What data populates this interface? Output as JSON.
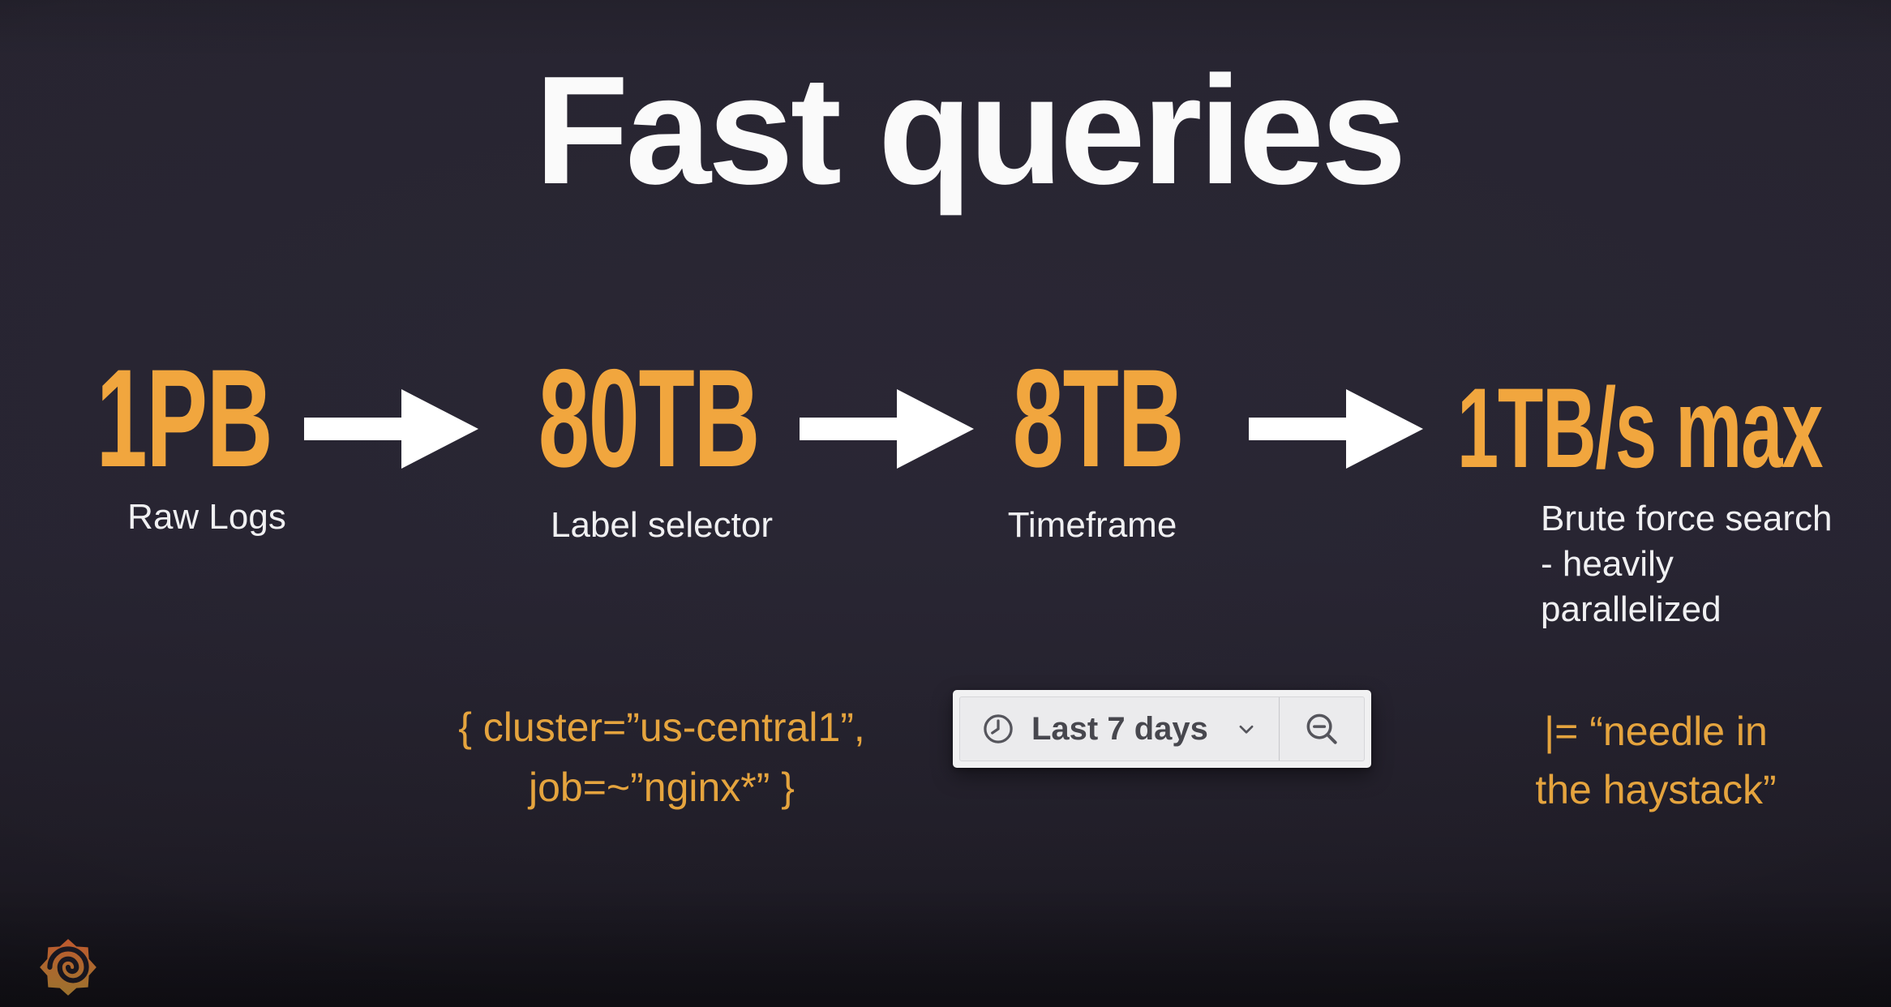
{
  "slide": {
    "title": "Fast queries",
    "background_color": "#262330",
    "accent_color": "#F1A63E",
    "text_color": "#F0F0F2"
  },
  "flow": {
    "arrow_icon": "arrow-right",
    "arrow_color": "#FFFFFF",
    "steps": [
      {
        "value": "1PB",
        "label": "Raw Logs"
      },
      {
        "value": "80TB",
        "label": "Label selector"
      },
      {
        "value": "8TB",
        "label": "Timeframe"
      },
      {
        "value": "1TB/s max",
        "label": "Brute force search - heavily parallelized"
      }
    ]
  },
  "query": {
    "line1": "{ cluster=”us-central1”,",
    "line2": "job=~”nginx*” }"
  },
  "filter": {
    "line1": "|= “needle in",
    "line2": "the haystack”"
  },
  "timepicker": {
    "label": "Last 7 days",
    "clock_icon": "clock",
    "chevron_icon": "chevron-down",
    "zoom_out_icon": "magnifier-minus"
  },
  "footer": {
    "logo_icon": "grafana-logo"
  }
}
